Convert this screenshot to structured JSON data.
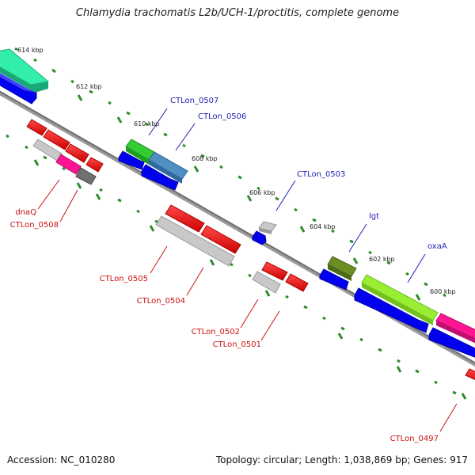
{
  "title": "Chlamydia trachomatis L2b/UCH-1/proctitis, complete genome",
  "footer": {
    "accession": "Accession: NC_010280",
    "topology": "Topology: circular; Length: 1,038,869 bp; Genes: 917"
  },
  "colors": {
    "backbone": "#777777",
    "tick": "#2e8b2e",
    "forward_label": "#1f1fb4",
    "reverse_label": "#cc1111",
    "red": "#ff0000",
    "blue": "#0000ee",
    "gray": "#c8c8c8",
    "green": "#33cc33",
    "steel": "#4682b4",
    "olive": "#6b8e23",
    "lime": "#99ee33",
    "pink": "#ff1493",
    "teal": "#33eeaa",
    "dark_gray": "#707070"
  },
  "scale": {
    "unit": "kbp",
    "labels": [
      "614 kbp",
      "612 kbp",
      "610 kbp",
      "608 kbp",
      "606 kbp",
      "604 kbp",
      "602 kbp",
      "600 kbp"
    ]
  },
  "gene_labels": {
    "forward": [
      "CTLon_0507",
      "CTLon_0506",
      "CTLon_0503",
      "lgt",
      "oxaA"
    ],
    "reverse": [
      "dnaQ",
      "CTLon_0508",
      "CTLon_0505",
      "CTLon_0504",
      "CTLon_0502",
      "CTLon_0501",
      "CTLon_0497"
    ]
  }
}
